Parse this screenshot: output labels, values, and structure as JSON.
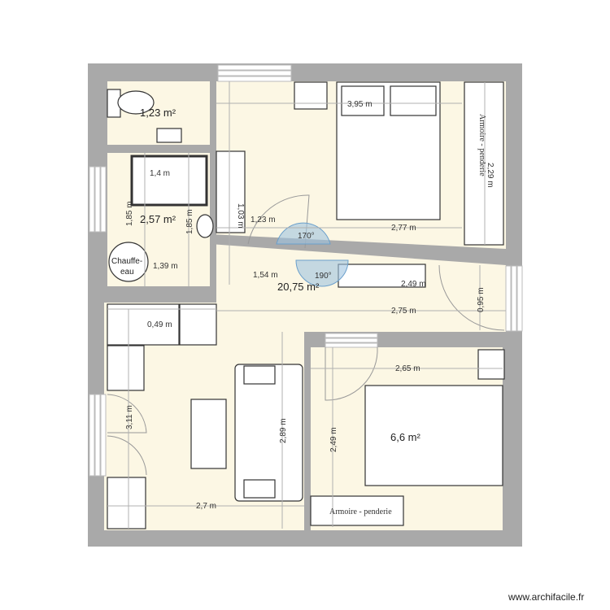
{
  "plan": {
    "rooms": [
      {
        "id": "wc",
        "area": "1,23 m²"
      },
      {
        "id": "bathroom",
        "area": "2,57 m²"
      },
      {
        "id": "living",
        "area": "20,75 m²"
      },
      {
        "id": "bedroom2",
        "area": "6,6 m²"
      }
    ],
    "dimensions": {
      "d_395": "3,95 m",
      "d_14": "1,4 m",
      "d_185a": "1,85 m",
      "d_185b": "1,85 m",
      "d_139": "1,39 m",
      "d_123": "1,23 m",
      "d_154": "1,54 m",
      "d_277": "2,77 m",
      "d_229": "2,29 m",
      "d_103": "1,03 m",
      "d_249a": "2,49 m",
      "d_275": "2,75 m",
      "d_095": "0,95 m",
      "d_049": "0,49 m",
      "d_311": "3,11 m",
      "d_289": "2,89 m",
      "d_27": "2,7 m",
      "d_265": "2,65 m",
      "d_249b": "2,49 m"
    },
    "angles": {
      "a170": "170°",
      "a190": "190°"
    },
    "furniture": {
      "water_heater_line1": "Chauffe-",
      "water_heater_line2": "eau",
      "wardrobe1": "Armoire - penderie",
      "wardrobe2": "Armoire - penderie"
    },
    "colors": {
      "wall": "#a9a9a9",
      "floor": "#fcf7e4",
      "dim_line": "#b0b0b0",
      "door_swing": "#9fc3e0"
    }
  },
  "footer": {
    "watermark": "www.archifacile.fr"
  }
}
